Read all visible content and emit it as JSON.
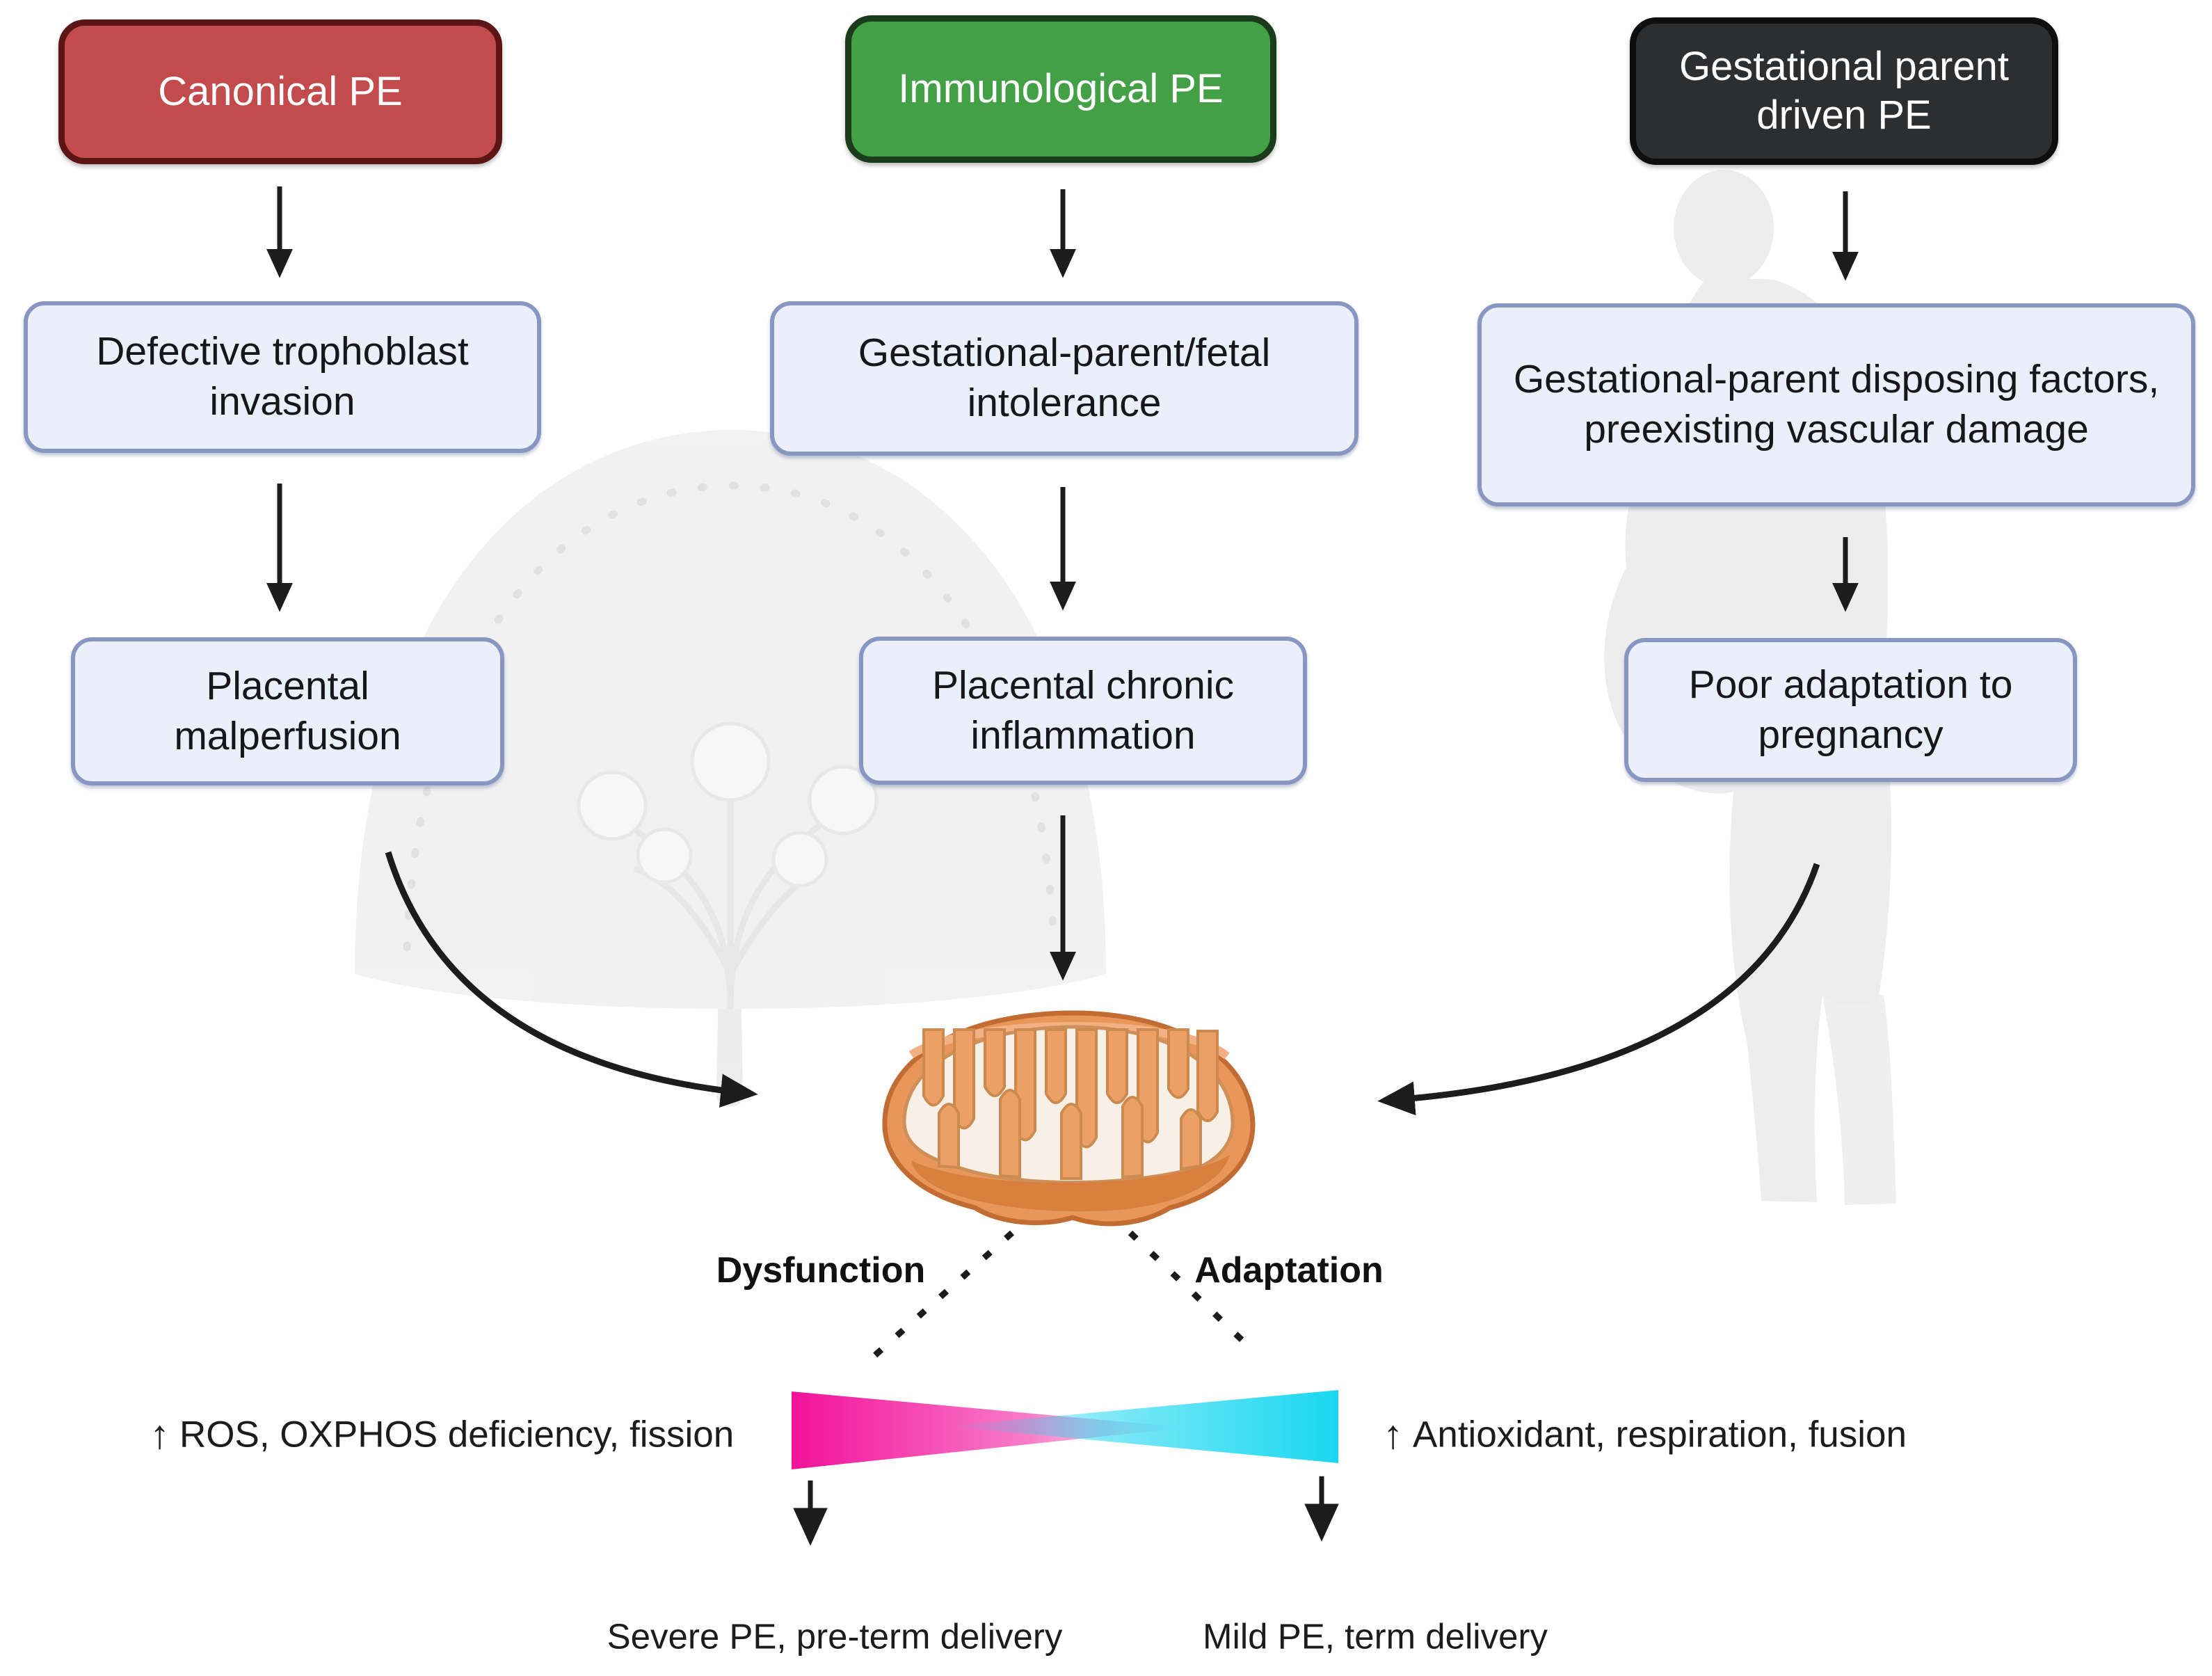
{
  "glyphs": {
    "up_arrow": "↑"
  },
  "pathways": [
    {
      "name": "canonical",
      "header": {
        "label": "Canonical PE",
        "bg": "#c14b4d",
        "border": "#5c1415",
        "text_color": "#ffffff"
      },
      "cause": "Defective trophoblast invasion",
      "consequence": "Placental malperfusion"
    },
    {
      "name": "immunological",
      "header": {
        "label": "Immunological PE",
        "bg": "#43a046",
        "border": "#1b3c1b",
        "text_color": "#ffffff"
      },
      "cause": "Gestational-parent/fetal intolerance",
      "consequence": "Placental chronic inflammation"
    },
    {
      "name": "gestational-parent-driven",
      "header": {
        "label": "Gestational parent driven PE",
        "bg": "#2d2e30",
        "border": "#0e0e0e",
        "text_color": "#ffffff"
      },
      "cause": "Gestational-parent disposing factors, preexisting vascular damage",
      "consequence": "Poor adaptation to pregnancy"
    }
  ],
  "step_style": {
    "bg": "#eaeff9",
    "border": "#8897c1",
    "text_color": "#17171b"
  },
  "mitochondrion": {
    "description": "mitochondrion cross-section illustration",
    "outer_color": "#e9965b",
    "membrane_color": "#c26b33",
    "matrix_color": "#f8efe6",
    "cristae_color": "#eda066",
    "shadow_color": "#d9803e"
  },
  "branches": {
    "left": {
      "label": "Dysfunction",
      "effects": "ROS, OXPHOS deficiency, fission",
      "outcome": "Severe PE, pre-term delivery",
      "gradient_color": "#f2119b"
    },
    "right": {
      "label": "Adaptation",
      "effects": "Antioxidant, respiration, fusion",
      "outcome": "Mild PE, term delivery",
      "gradient_color": "#19d7f0"
    }
  }
}
